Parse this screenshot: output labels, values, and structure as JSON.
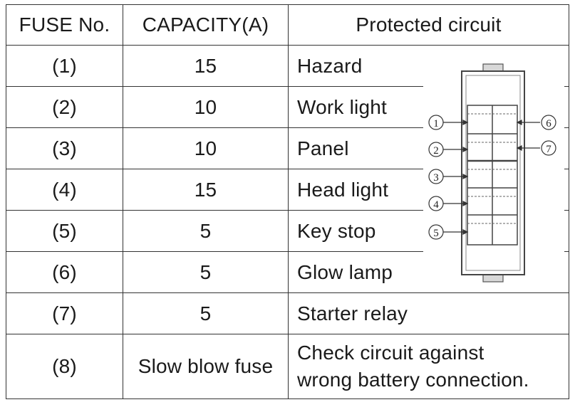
{
  "table": {
    "headers": [
      "FUSE No.",
      "CAPACITY(A)",
      "Protected circuit"
    ],
    "rows": [
      {
        "no": "(1)",
        "capacity": "15",
        "circuit": "Hazard"
      },
      {
        "no": "(2)",
        "capacity": "10",
        "circuit": "Work light"
      },
      {
        "no": "(3)",
        "capacity": "10",
        "circuit": "Panel"
      },
      {
        "no": "(4)",
        "capacity": "15",
        "circuit": "Head light"
      },
      {
        "no": "(5)",
        "capacity": "5",
        "circuit": "Key stop"
      },
      {
        "no": "(6)",
        "capacity": "5",
        "circuit": "Glow lamp"
      },
      {
        "no": "(7)",
        "capacity": "5",
        "circuit": "Starter relay"
      },
      {
        "no": "(8)",
        "capacity": "Slow blow fuse",
        "circuit": "Check circuit against\nwrong battery connection."
      }
    ]
  },
  "diagram": {
    "callouts_left": [
      "1",
      "2",
      "3",
      "4",
      "5"
    ],
    "callouts_right": [
      "6",
      "7"
    ]
  }
}
